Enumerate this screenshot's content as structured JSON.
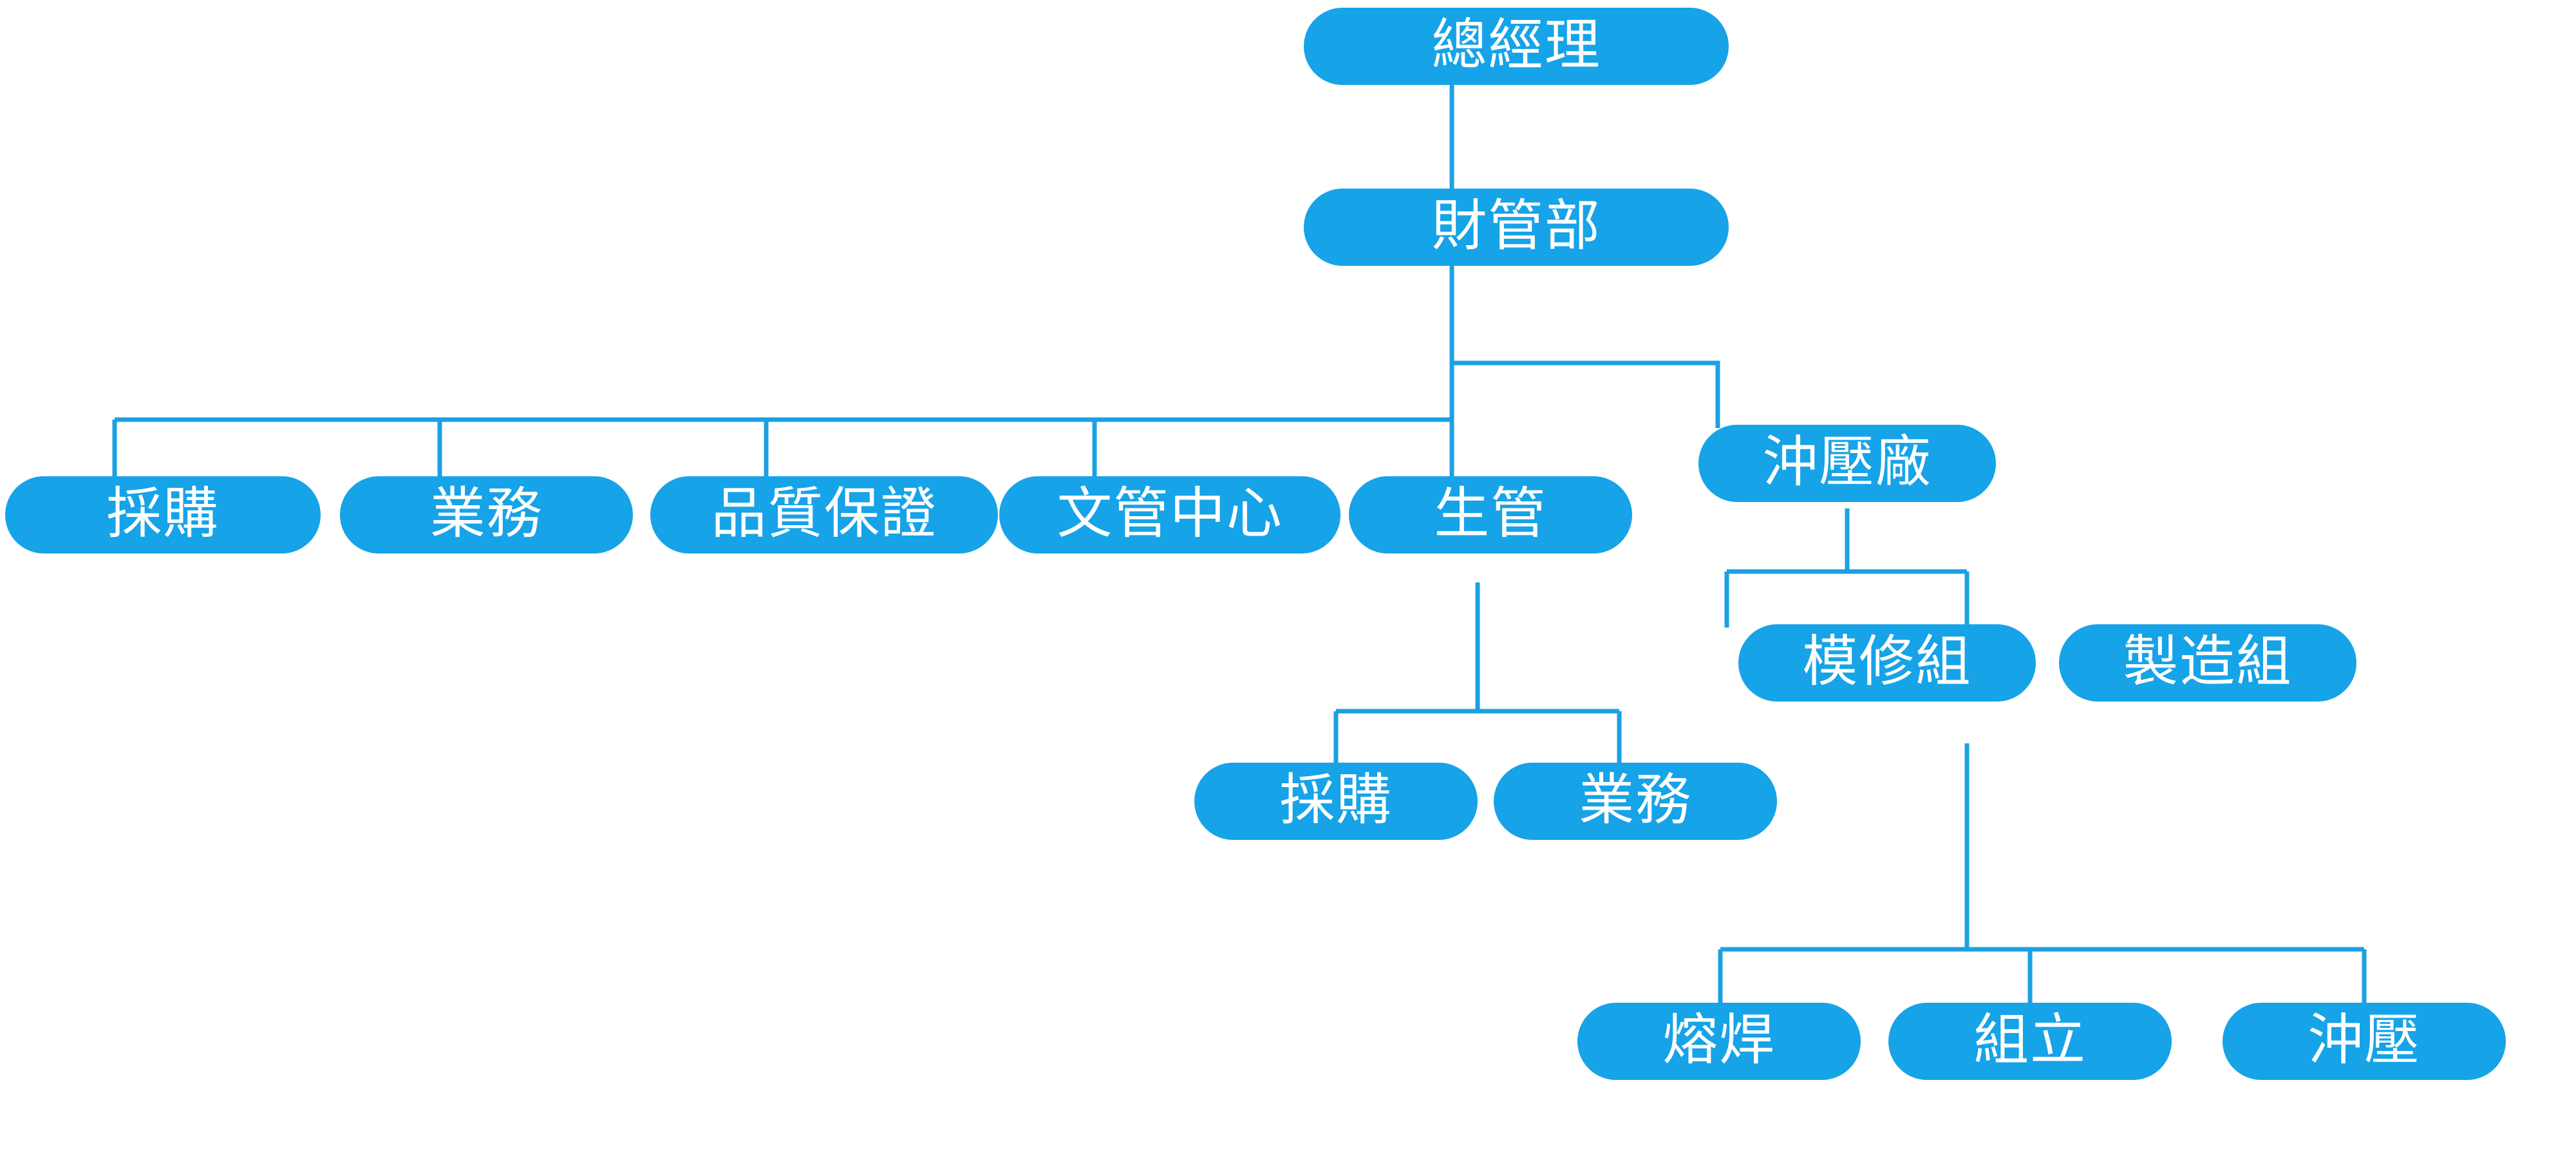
{
  "chart_data": {
    "type": "diagram",
    "diagram_kind": "organization-chart",
    "title": "",
    "orientation": "top-down",
    "node_shape": "rounded-rectangle",
    "colors": {
      "node_fill": "#16A3E8",
      "node_text": "#FFFFFF",
      "connector": "#1BA1E2",
      "background": "#FFFFFF"
    },
    "nodes": [
      {
        "id": "n1",
        "label": "總經理",
        "level": 0,
        "parent": null
      },
      {
        "id": "n2",
        "label": "財管部",
        "level": 1,
        "parent": "n1"
      },
      {
        "id": "n3",
        "label": "採購",
        "level": 2,
        "parent": "n2"
      },
      {
        "id": "n4",
        "label": "業務",
        "level": 2,
        "parent": "n2"
      },
      {
        "id": "n5",
        "label": "品質保證",
        "level": 2,
        "parent": "n2"
      },
      {
        "id": "n6",
        "label": "文管中心",
        "level": 2,
        "parent": "n2"
      },
      {
        "id": "n7",
        "label": "生管",
        "level": 2,
        "parent": "n2"
      },
      {
        "id": "n8",
        "label": "沖壓廠",
        "level": 2,
        "parent": "n2"
      },
      {
        "id": "n9",
        "label": "採購",
        "level": 3,
        "parent": "n7"
      },
      {
        "id": "n10",
        "label": "業務",
        "level": 3,
        "parent": "n7"
      },
      {
        "id": "n11",
        "label": "模修組",
        "level": 3,
        "parent": "n8"
      },
      {
        "id": "n12",
        "label": "製造組",
        "level": 3,
        "parent": "n8"
      },
      {
        "id": "n13",
        "label": "熔焊",
        "level": 4,
        "parent": "n12"
      },
      {
        "id": "n14",
        "label": "組立",
        "level": 4,
        "parent": "n12"
      },
      {
        "id": "n15",
        "label": "沖壓",
        "level": 4,
        "parent": "n12"
      }
    ],
    "edges": [
      {
        "from": "n1",
        "to": "n2"
      },
      {
        "from": "n2",
        "to": "n3"
      },
      {
        "from": "n2",
        "to": "n4"
      },
      {
        "from": "n2",
        "to": "n5"
      },
      {
        "from": "n2",
        "to": "n6"
      },
      {
        "from": "n2",
        "to": "n7"
      },
      {
        "from": "n2",
        "to": "n8"
      },
      {
        "from": "n7",
        "to": "n9"
      },
      {
        "from": "n7",
        "to": "n10"
      },
      {
        "from": "n8",
        "to": "n11"
      },
      {
        "from": "n8",
        "to": "n12"
      },
      {
        "from": "n12",
        "to": "n13"
      },
      {
        "from": "n12",
        "to": "n14"
      },
      {
        "from": "n12",
        "to": "n15"
      }
    ]
  },
  "nodes": {
    "general_manager": "總經理",
    "finance_dept": "財管部",
    "purchasing_top": "採購",
    "sales_top": "業務",
    "quality_assurance": "品質保證",
    "document_center": "文管中心",
    "production_control": "生管",
    "stamping_plant": "沖壓廠",
    "purchasing_sub": "採購",
    "sales_sub": "業務",
    "mold_repair_group": "模修組",
    "manufacturing_group": "製造組",
    "welding": "熔焊",
    "assembly": "組立",
    "stamping": "沖壓"
  }
}
